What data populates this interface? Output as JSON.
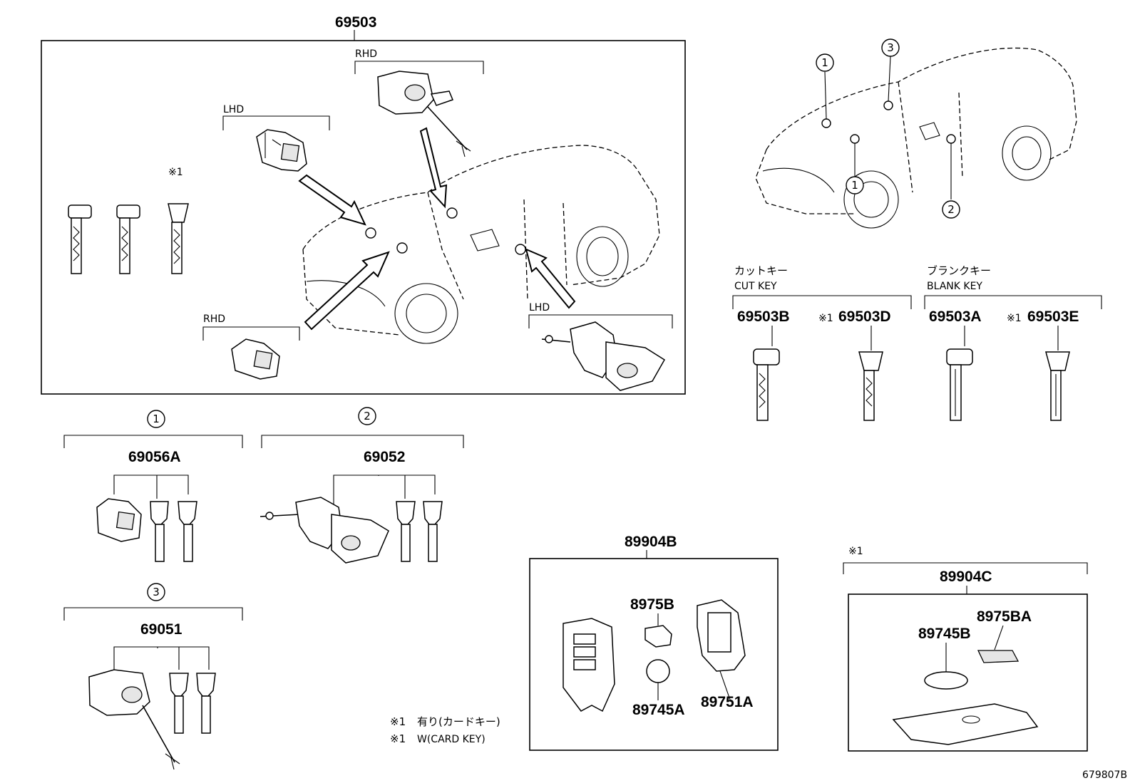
{
  "main_assembly": {
    "part_no": "69503",
    "lhd_label_1": "LHD",
    "rhd_label_1": "RHD",
    "rhd_label_2": "RHD",
    "lhd_label_2": "LHD",
    "note_mark": "※1"
  },
  "markers": {
    "one": "1",
    "two": "2",
    "three": "3"
  },
  "keys": {
    "cut_key_jp": "カットキー",
    "cut_key_en": "CUT KEY",
    "blank_key_jp": "ブランクキー",
    "blank_key_en": "BLANK KEY",
    "k1": "69503B",
    "k2_mark": "※1",
    "k2": "69503D",
    "k3": "69503A",
    "k4_mark": "※1",
    "k4": "69503E"
  },
  "groups": {
    "g1": "69056A",
    "g2": "69052",
    "g3": "69051"
  },
  "smart_key": {
    "assy": "89904B",
    "p1": "8975B",
    "p2": "89745A",
    "p3": "89751A"
  },
  "card_key": {
    "mark": "※1",
    "assy": "89904C",
    "p1": "89745B",
    "p2": "8975BA"
  },
  "notes": {
    "n1_mark": "※1",
    "n1": "有り(カードキー)",
    "n2_mark": "※1",
    "n2": "W(CARD KEY)"
  },
  "figure_id": "679807B"
}
